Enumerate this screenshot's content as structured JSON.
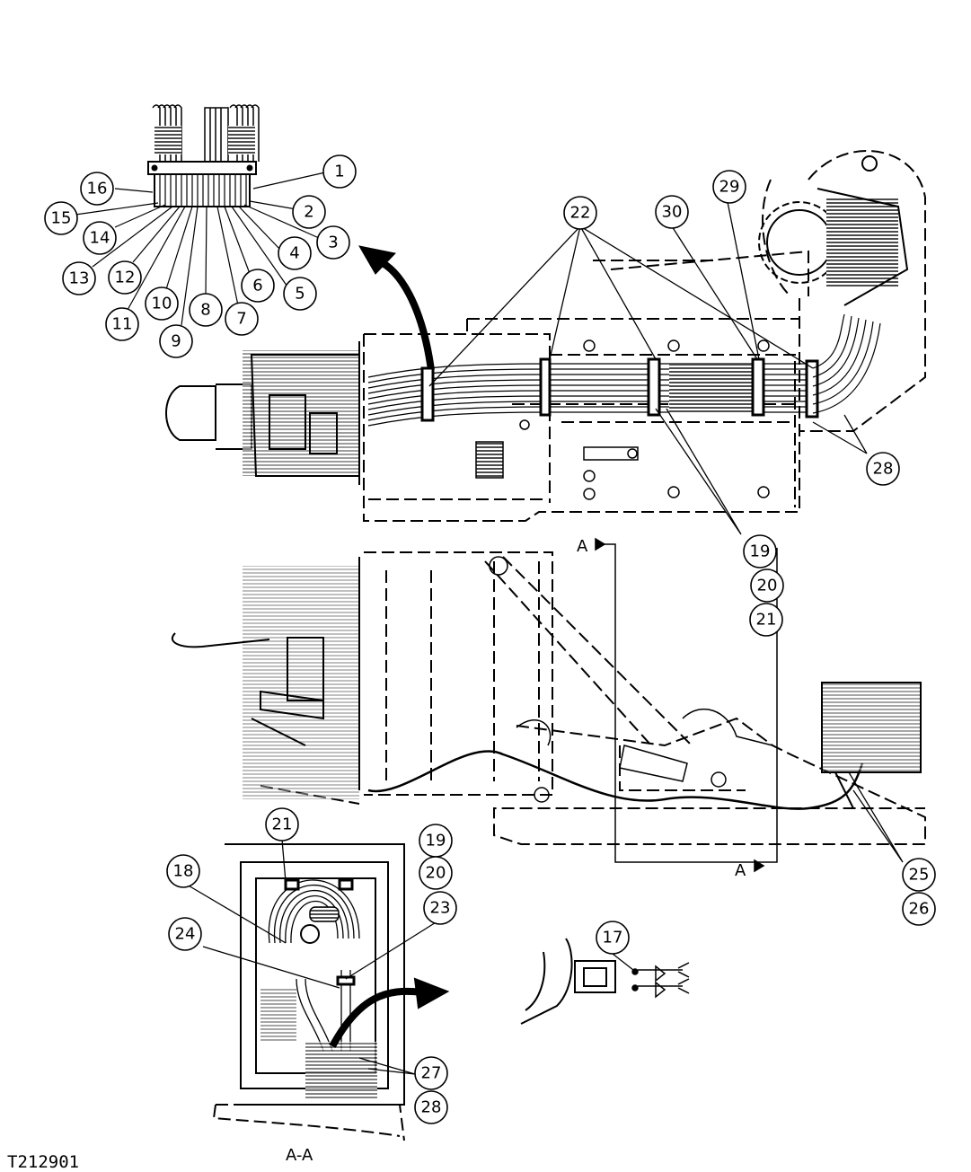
{
  "figure_id": "T212901",
  "section_caption": "A-A",
  "section_marker": "A",
  "callouts": [
    "1",
    "2",
    "3",
    "4",
    "5",
    "6",
    "7",
    "8",
    "9",
    "10",
    "11",
    "12",
    "13",
    "14",
    "15",
    "16",
    "17",
    "18",
    "19",
    "20",
    "21",
    "22",
    "23",
    "24",
    "25",
    "26",
    "27",
    "28",
    "29",
    "30"
  ],
  "colors": {
    "line": "#000000",
    "background": "#ffffff"
  }
}
